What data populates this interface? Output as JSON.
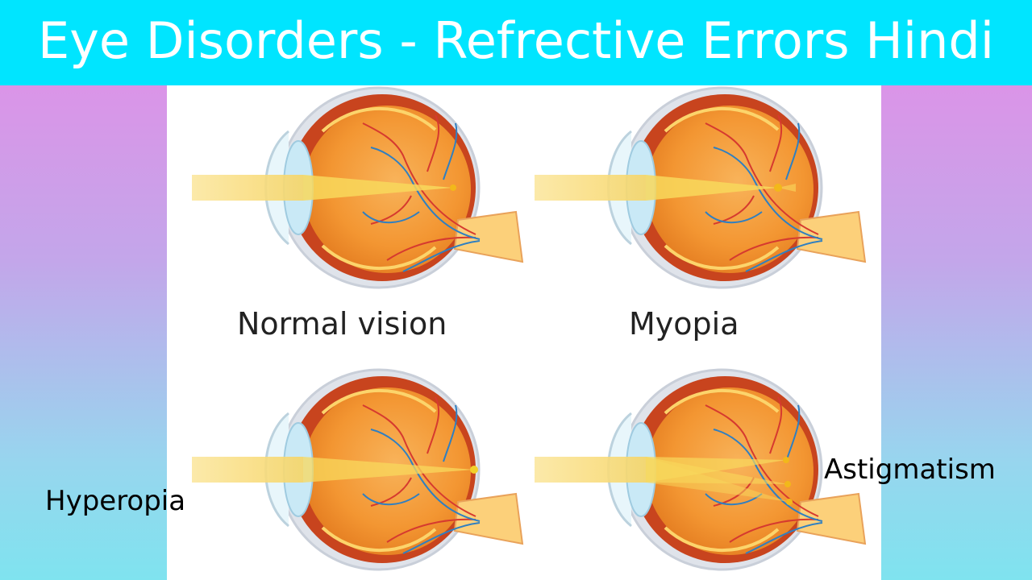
{
  "title": "Eye Disorders - Refrective Errors Hindi",
  "labels": {
    "normal": "Normal vision",
    "myopia": "Myopia",
    "hyperopia": "Hyperopia",
    "astigmatism": "Astigmatism"
  },
  "colors": {
    "banner": "#00e5ff",
    "eye_fill": "#f39632",
    "eye_outer": "#c8441e",
    "sclera": "#dfe3ea",
    "lens": "#c9e9f6",
    "light_beam": "#fbe79a",
    "vein_red": "#d63a2f",
    "vein_blue": "#2f7fc1"
  },
  "icons": [
    "eye-diagram-normal-icon",
    "eye-diagram-myopia-icon",
    "eye-diagram-hyperopia-icon",
    "eye-diagram-astigmatism-icon"
  ]
}
